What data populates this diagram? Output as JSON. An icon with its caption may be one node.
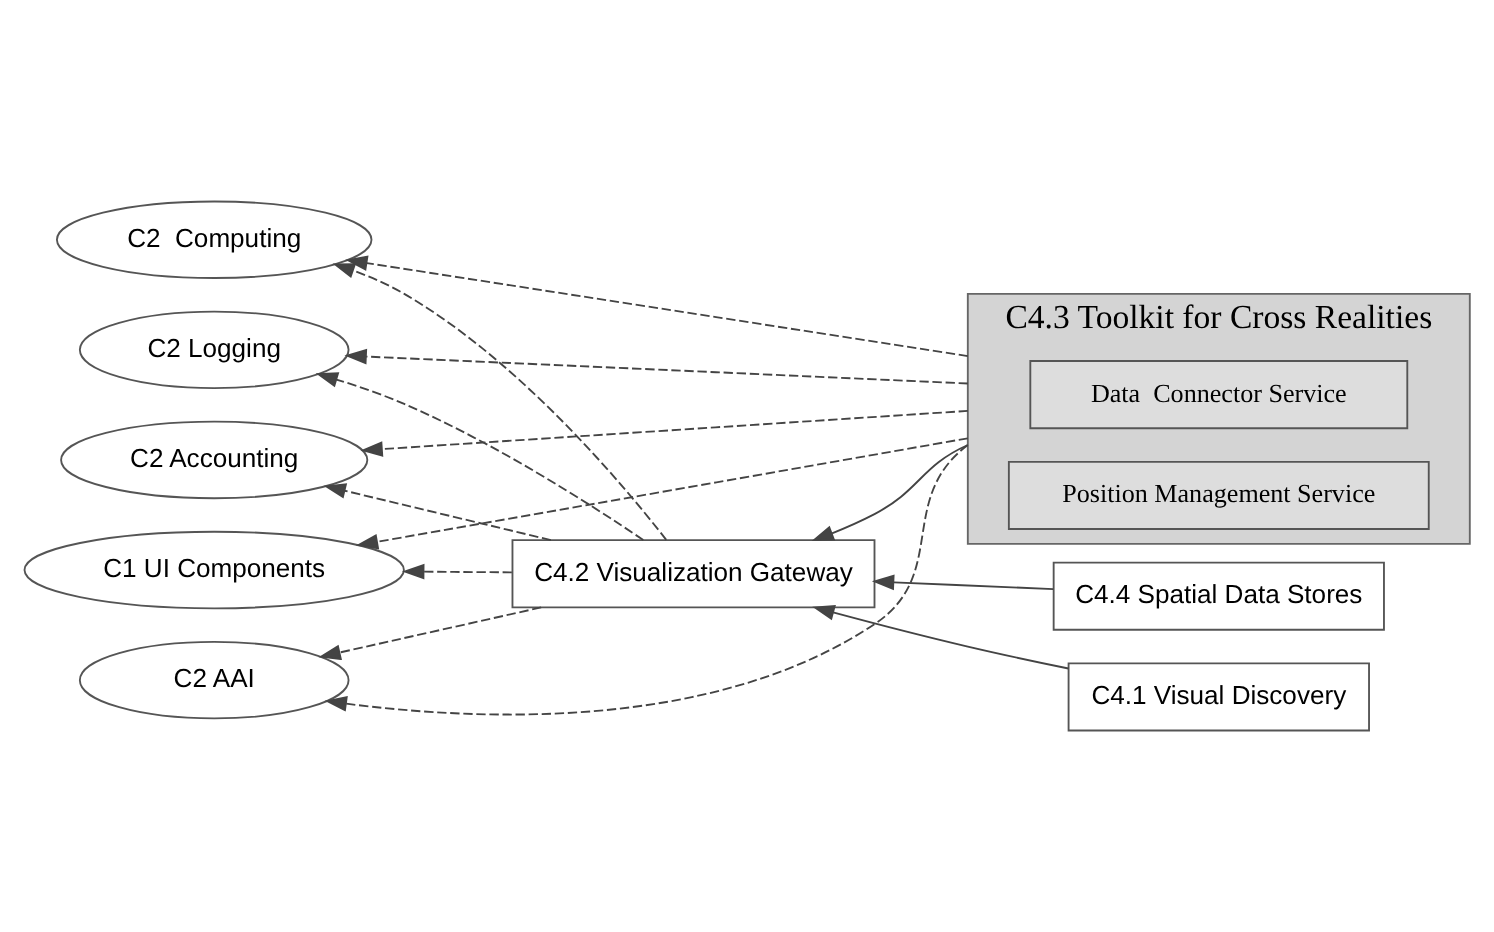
{
  "diagram": {
    "nodes": [
      {
        "text": [
          "C2 AAI"
        ]
      },
      {
        "text": [
          "C2 Logging"
        ]
      },
      {
        "text": [
          "C2 Accounting"
        ]
      },
      {
        "text": [
          "C1 UI Components"
        ]
      },
      {
        "text": [
          "C2  Computing"
        ]
      },
      {
        "text": [
          "C4.4 Spatial Data Stores"
        ]
      },
      {
        "text": [
          "C4.1 Visual Discovery"
        ]
      },
      {
        "text": [
          "C4.2 Visualization Gateway"
        ]
      },
      {
        "text": [
          "C4.3 Toolkit for Cross Realities"
        ]
      },
      {
        "text": [
          "Data  Connector Service"
        ],
        "in": 8
      },
      {
        "text": [
          "Position Management Service"
        ],
        "in": 8
      }
    ],
    "edges": [
      {
        "from": 5,
        "to": 7,
        "arrow": "to"
      },
      {
        "from": 6,
        "to": 7,
        "arrow": "to"
      },
      {
        "from": 8,
        "to": 7,
        "arrow": "to"
      },
      {
        "from": 7,
        "to": 0,
        "arrow": "to",
        "style": "dashed"
      },
      {
        "from": 7,
        "to": 1,
        "arrow": "to",
        "style": "dashed"
      },
      {
        "from": 7,
        "to": 2,
        "arrow": "to",
        "style": "dashed"
      },
      {
        "from": 7,
        "to": 3,
        "arrow": "to",
        "style": "dashed"
      },
      {
        "from": 7,
        "to": 4,
        "arrow": "to",
        "style": "dashed"
      },
      {
        "from": 8,
        "to": 0,
        "arrow": "to",
        "style": "dashed"
      },
      {
        "from": 8,
        "to": 1,
        "arrow": "to",
        "style": "dashed"
      },
      {
        "from": 8,
        "to": 2,
        "arrow": "to",
        "style": "dashed"
      },
      {
        "from": 8,
        "to": 3,
        "arrow": "to",
        "style": "dashed"
      },
      {
        "from": 8,
        "to": 4,
        "arrow": "to",
        "style": "dashed"
      }
    ]
  }
}
